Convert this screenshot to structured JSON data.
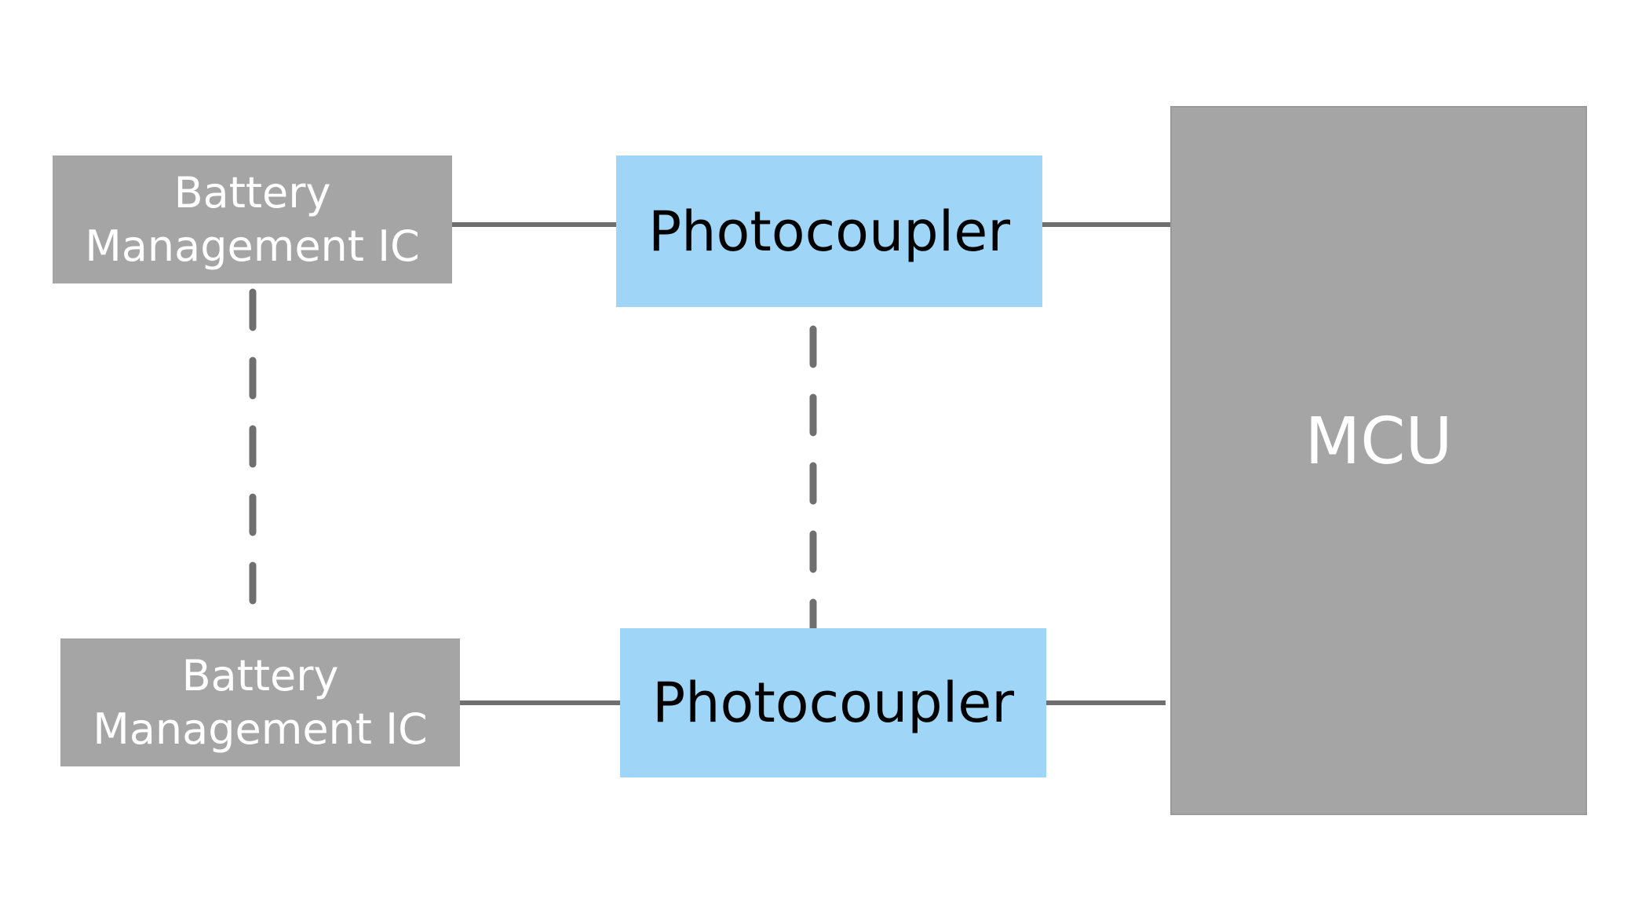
{
  "diagram": {
    "battery_ic_top": {
      "line1": "Battery",
      "line2": "Management IC"
    },
    "battery_ic_bottom": {
      "line1": "Battery",
      "line2": "Management IC"
    },
    "photocoupler_top": {
      "label": "Photocoupler"
    },
    "photocoupler_bottom": {
      "label": "Photocoupler"
    },
    "mcu": {
      "label": "MCU"
    }
  },
  "colors": {
    "box_gray": "#a5a5a5",
    "photocoupler_blue": "#9fd6f7",
    "connector": "#6f6f6f"
  }
}
